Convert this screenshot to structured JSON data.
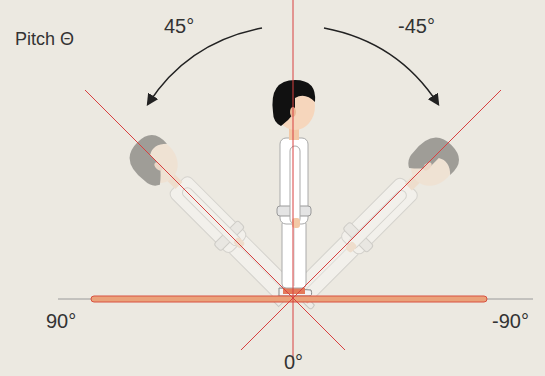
{
  "diagram": {
    "title": "Pitch Θ",
    "labels": [
      "45°",
      "-45°",
      "90°",
      "-90°",
      "0°"
    ]
  }
}
